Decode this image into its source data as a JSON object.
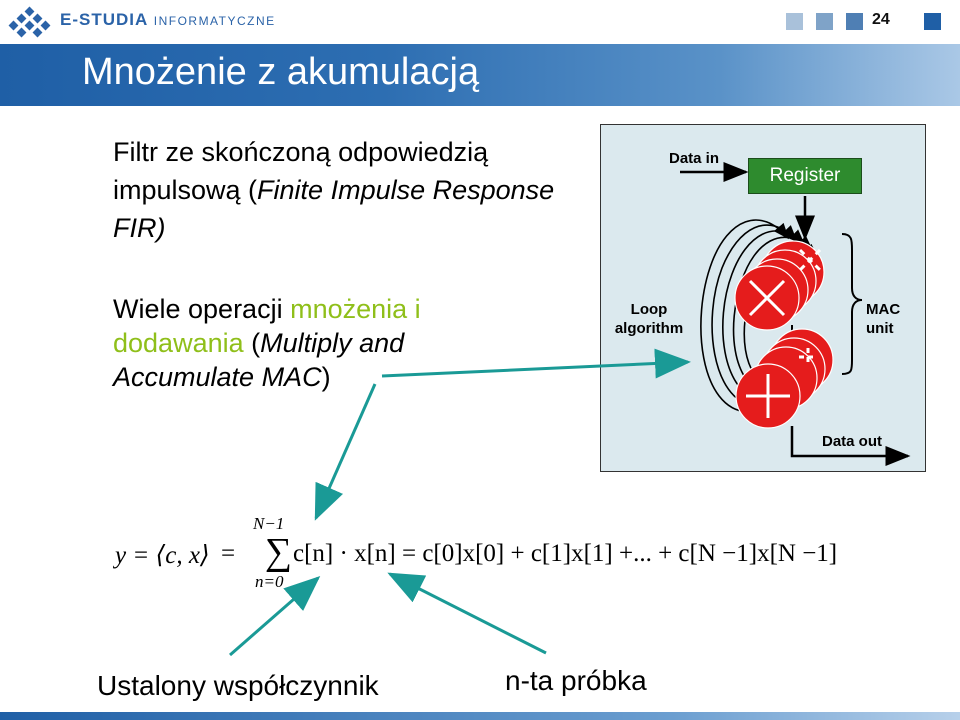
{
  "header": {
    "brand_main": "E-STUDIA",
    "brand_sub": "INFORMATYCZNE",
    "page_number": "24",
    "square_colors": [
      "#a9c1da",
      "#7fa3c8",
      "#4f7fb4",
      "#1f5fa6"
    ]
  },
  "title": "Mnożenie z akumulacją",
  "paragraph1": {
    "text_plain": "Filtr ze skończoną odpowiedzią impulsową (",
    "text_italic": "Finite Impulse Response FIR)"
  },
  "paragraph2": {
    "text_plain_1": "Wiele operacji ",
    "text_highlight": "mnożenia i dodawania",
    "text_plain_2": " (",
    "text_italic": "Multiply and Accumulate MAC",
    "text_plain_3": ")",
    "highlight_color": "#8fbf1a"
  },
  "diagram": {
    "data_in": "Data in",
    "register": "Register",
    "loop_line1": "Loop",
    "loop_line2": "algorithm",
    "mac_line1": "MAC",
    "mac_line2": "unit",
    "data_out": "Data out",
    "box_color": "#dbe9ee",
    "register_color": "#2e8b2e",
    "unit_color": "#e51c1c",
    "arrow_color": "#1a9a96"
  },
  "formula": {
    "lhs": "y = ⟨c, x⟩",
    "sum_top": "N−1",
    "sum_bottom": "n=0",
    "rhs": "c[n] · x[n] = c[0]x[0] + c[1]x[1] +... + c[N −1]x[N −1]"
  },
  "captions": {
    "coefficient": "Ustalony współczynnik",
    "sample": "n-ta próbka"
  }
}
